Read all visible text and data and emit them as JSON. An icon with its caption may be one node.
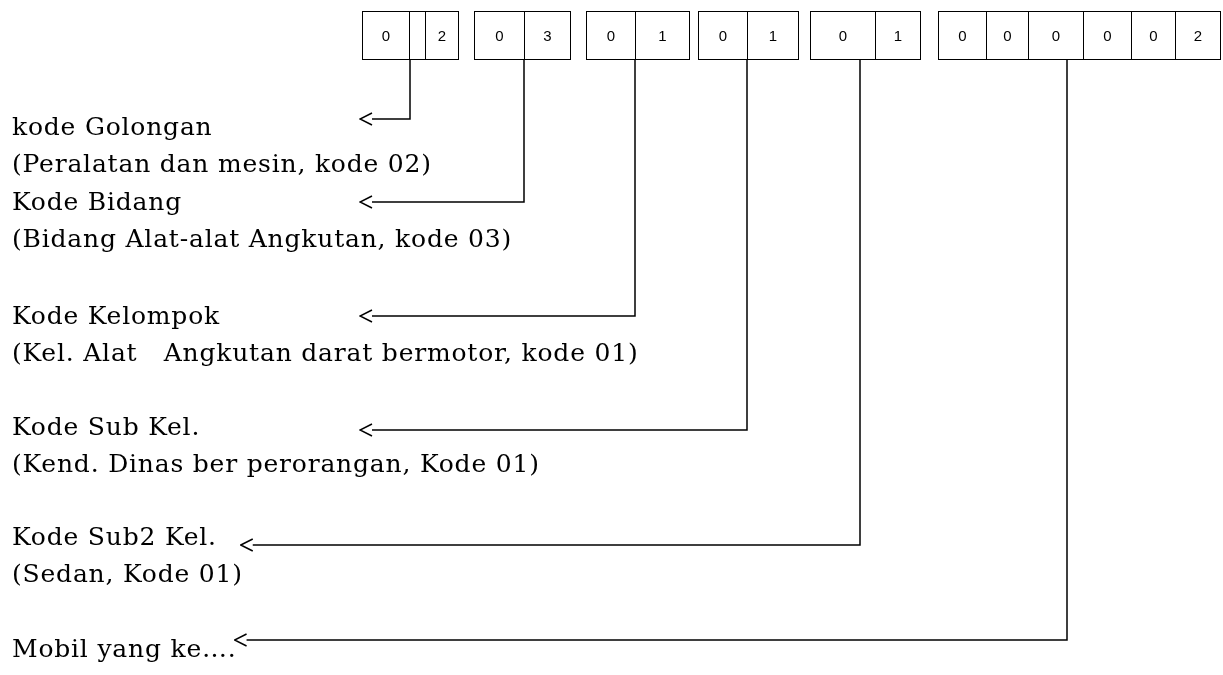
{
  "diagram": {
    "nodes": [
      {
        "text": [],
        "shape": "box"
      },
      {
        "text": [
          "0"
        ],
        "in": 0
      },
      {
        "text": [],
        "shape": "box",
        "in": 0
      },
      {
        "text": [
          "2"
        ],
        "in": 0
      },
      {
        "text": [],
        "shape": "box"
      },
      {
        "text": [
          "0"
        ],
        "in": 4
      },
      {
        "text": [
          "3"
        ],
        "in": 4
      },
      {
        "text": [],
        "shape": "box"
      },
      {
        "text": [
          "0"
        ],
        "in": 7
      },
      {
        "text": [
          "1"
        ],
        "in": 7
      },
      {
        "text": [],
        "shape": "box"
      },
      {
        "text": [
          "0"
        ],
        "in": 10
      },
      {
        "text": [
          "1"
        ],
        "in": 10
      },
      {
        "text": [],
        "shape": "box"
      },
      {
        "text": [
          "0"
        ],
        "in": 13
      },
      {
        "text": [
          "1"
        ],
        "in": 13
      },
      {
        "text": [],
        "shape": "box"
      },
      {
        "text": [
          "0"
        ],
        "in": 16
      },
      {
        "text": [
          "0"
        ],
        "in": 16
      },
      {
        "text": [
          "0"
        ],
        "in": 16
      },
      {
        "text": [
          "0"
        ],
        "in": 16
      },
      {
        "text": [
          "0"
        ],
        "in": 16
      },
      {
        "text": [
          "2"
        ],
        "in": 16
      },
      {
        "text": [
          "kode Golongan",
          "(Peralatan dan mesin, kode 02)"
        ]
      },
      {
        "text": [
          "Kode Bidang",
          "(Bidang Alat-alat Angkutan, kode 03)"
        ]
      },
      {
        "text": [
          "Kode Kelompok",
          "(Kel. Alat   Angkutan darat bermotor, kode 01)"
        ]
      },
      {
        "text": [
          "Kode Sub Kel.",
          "(Kend. Dinas ber perorangan, Kode 01)"
        ]
      },
      {
        "text": [
          "Kode Sub2 Kel.",
          "(Sedan, Kode 01)"
        ]
      },
      {
        "text": [
          "Mobil yang ke…."
        ]
      }
    ],
    "edges": [
      {
        "from": 0,
        "to": 23,
        "arrow": "to"
      },
      {
        "from": 4,
        "to": 24,
        "arrow": "to"
      },
      {
        "from": 7,
        "to": 25,
        "arrow": "to"
      },
      {
        "from": 10,
        "to": 26,
        "arrow": "to"
      },
      {
        "from": 13,
        "to": 27,
        "arrow": "to"
      },
      {
        "from": 16,
        "to": 28,
        "arrow": "to"
      }
    ]
  }
}
